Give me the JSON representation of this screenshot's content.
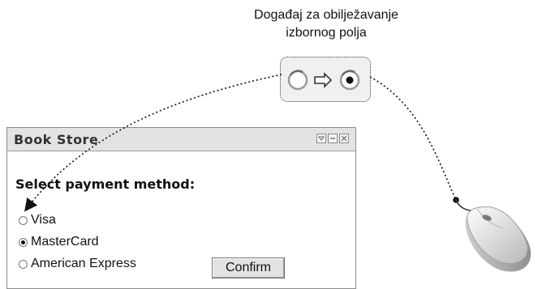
{
  "caption": {
    "line1": "Događaj za obilježavanje",
    "line2": "izbornog polja"
  },
  "window": {
    "title": "Book Store",
    "prompt": "Select payment method:",
    "options": [
      {
        "label": "Visa",
        "checked": false
      },
      {
        "label": "MasterCard",
        "checked": true
      },
      {
        "label": "American Express",
        "checked": false
      }
    ],
    "confirm_label": "Confirm",
    "controls": [
      "dropdown-icon",
      "minimize-icon",
      "close-icon"
    ]
  },
  "icons": [
    "unchecked-radio-icon",
    "right-arrow-icon",
    "checked-radio-icon",
    "computer-mouse-icon"
  ]
}
